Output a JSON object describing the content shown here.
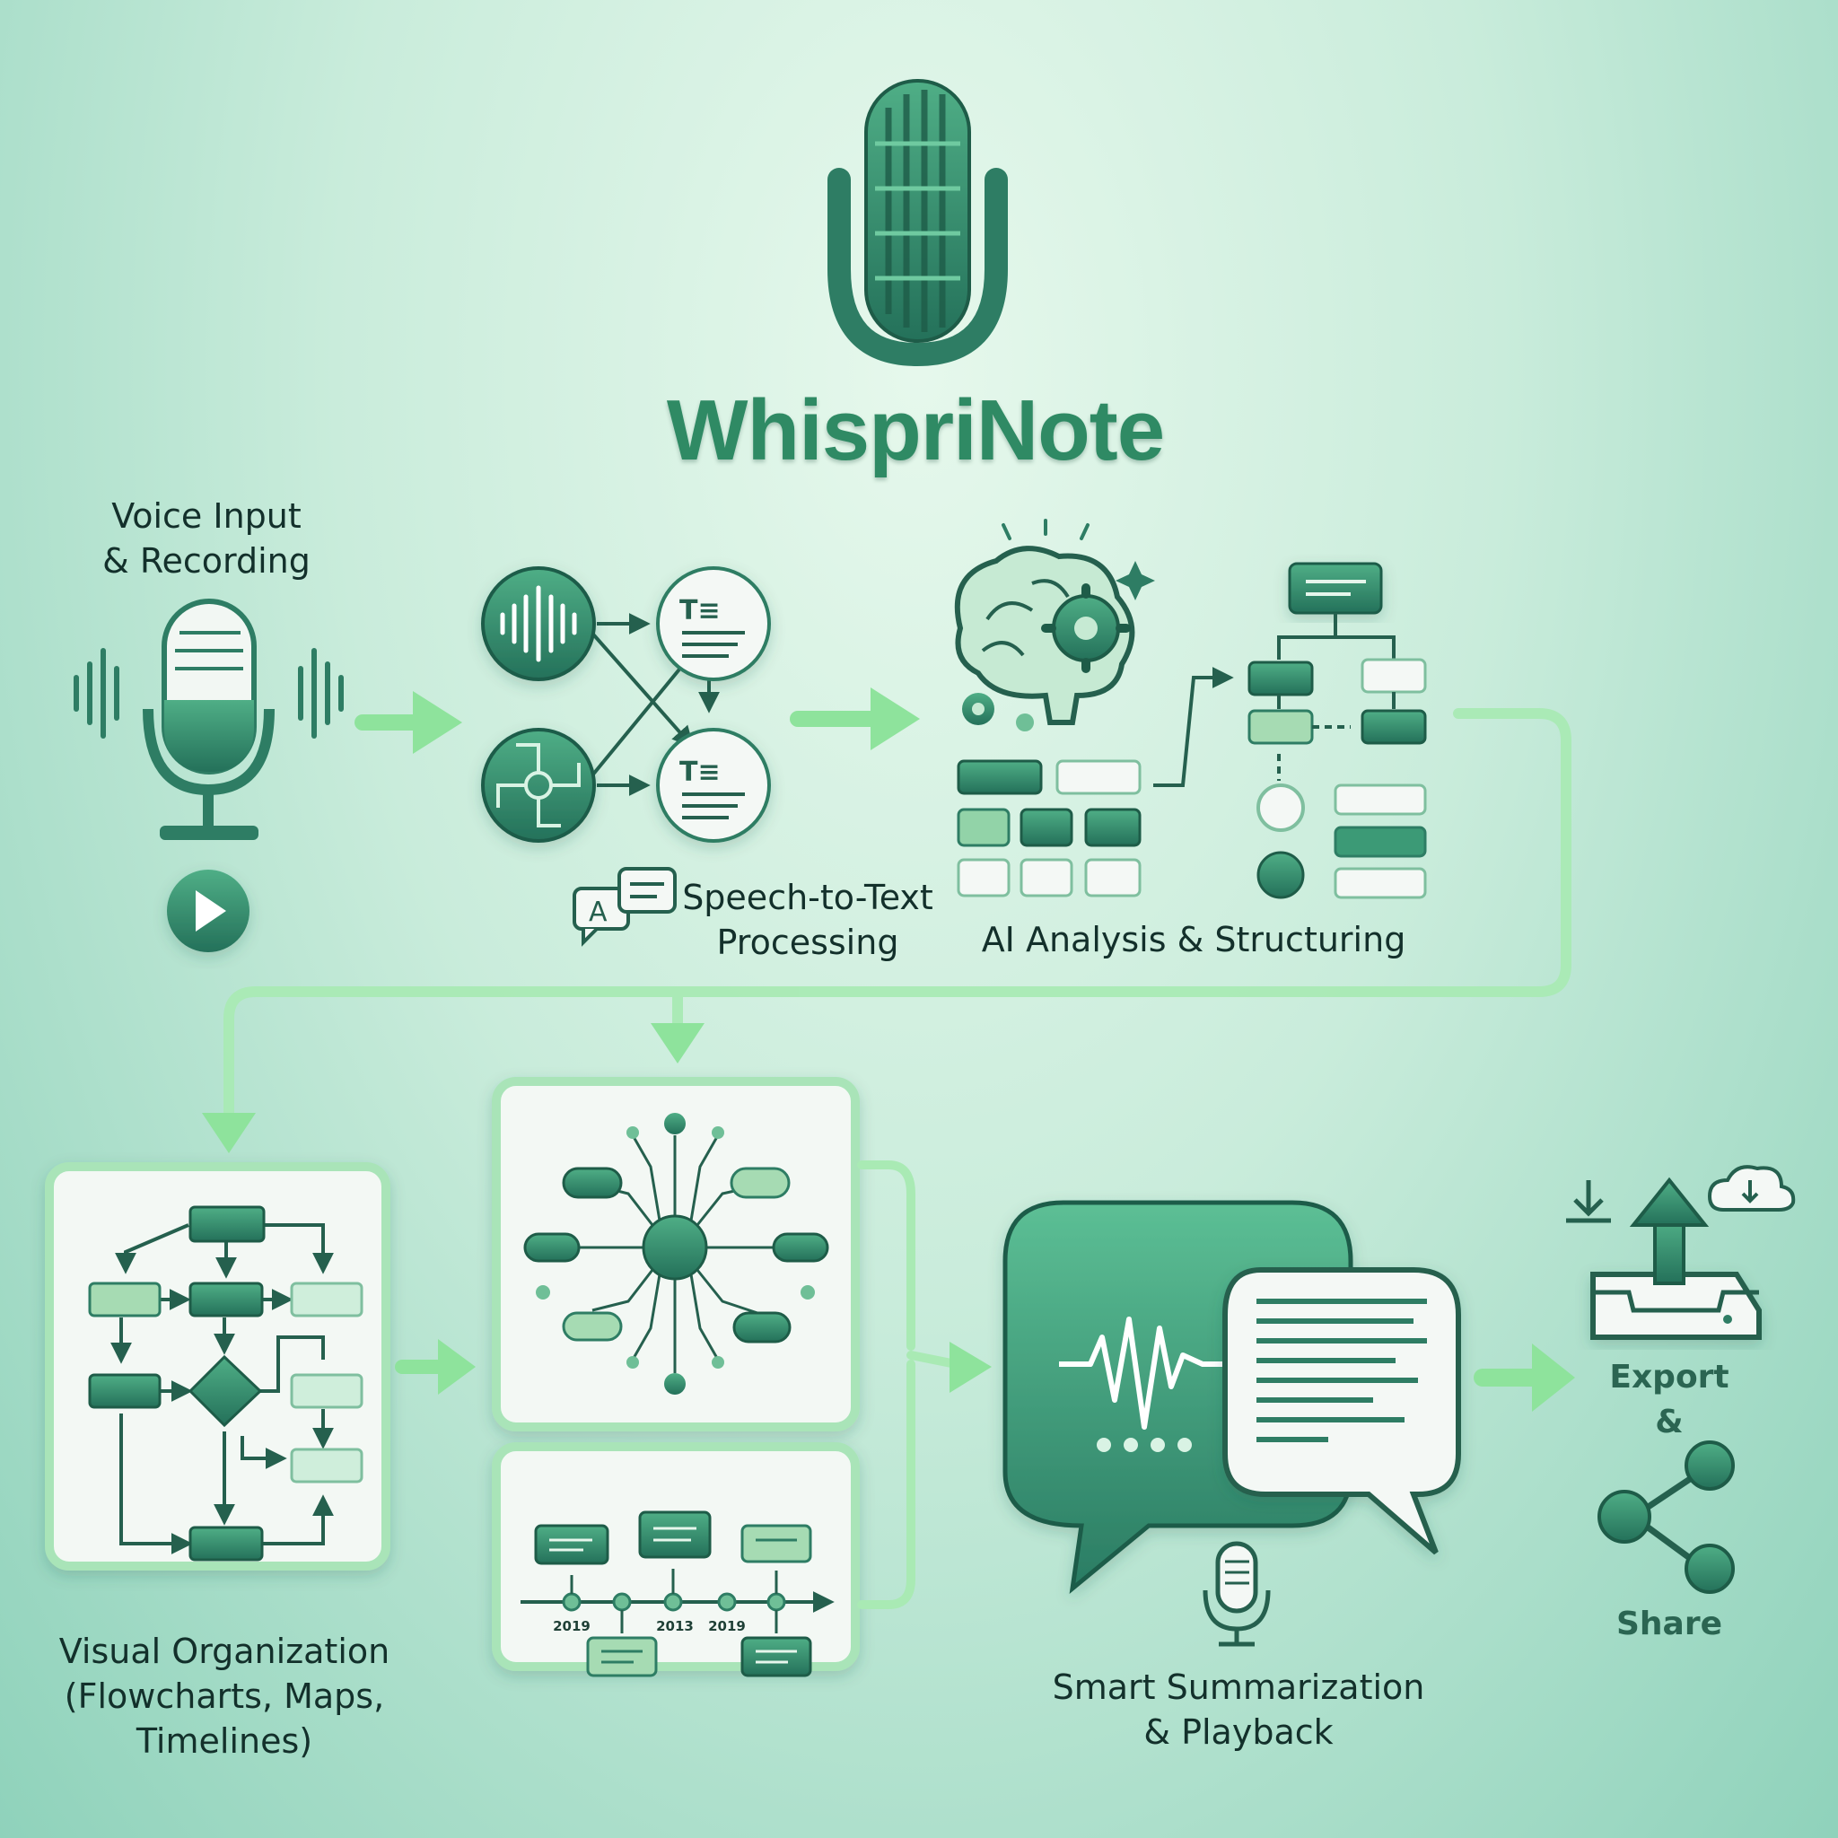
{
  "brand": {
    "name": "WhispriNote"
  },
  "steps": {
    "voice": {
      "line1": "Voice Input",
      "line2": "& Recording"
    },
    "stt": {
      "line1": "Speech-to-Text",
      "line2": "Processing",
      "badge_letter": "A",
      "doc_glyph": "T≡"
    },
    "ai": {
      "label": "AI Analysis & Structuring"
    },
    "visual": {
      "line1": "Visual Organization",
      "line2": "(Flowcharts, Maps,",
      "line3": "Timelines)"
    },
    "summary": {
      "line1": "Smart Summarization",
      "line2": "& Playback"
    },
    "export": {
      "line1": "Export",
      "line2": "&",
      "line3": "Share"
    }
  },
  "timeline": {
    "years": [
      "2019",
      "2013",
      "2019"
    ]
  },
  "colors": {
    "dark": "#2e7d64",
    "mid": "#3c9a76",
    "light": "#a6dbb3",
    "arrow": "#8ee39c",
    "bg": "#c9ecdb"
  }
}
